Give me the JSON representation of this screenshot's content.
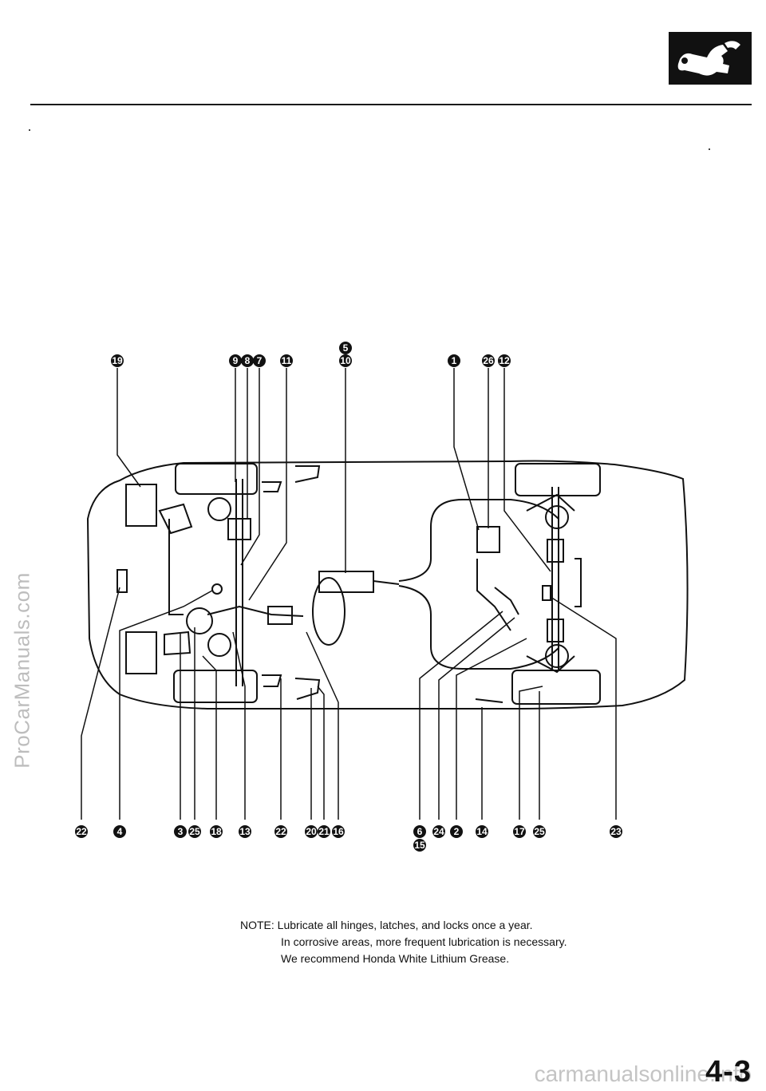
{
  "header": {
    "logo_icon": "wrench-hand-icon"
  },
  "watermarks": {
    "side": "ProCarManuals.com",
    "bottom": "carmanualsonline.info"
  },
  "page_number": "4-3",
  "callouts": {
    "c19": "19",
    "c9": "9",
    "c8": "8",
    "c7": "7",
    "c11": "11",
    "c5": "5",
    "c10": "10",
    "c1": "1",
    "c26": "26",
    "c12": "12",
    "c22a": "22",
    "c4": "4",
    "c3": "3",
    "c25a": "25",
    "c18": "18",
    "c13": "13",
    "c22b": "22",
    "c20": "20",
    "c21": "21",
    "c16": "16",
    "c6": "6",
    "c15": "15",
    "c24": "24",
    "c2": "2",
    "c14": "14",
    "c17": "17",
    "c25b": "25",
    "c23": "23"
  },
  "note": {
    "line1": "NOTE:  Lubricate all hinges, latches, and locks once a year.",
    "line2": "In corrosive areas, more frequent lubrication is necessary.",
    "line3": "We recommend Honda White Lithium Grease."
  }
}
